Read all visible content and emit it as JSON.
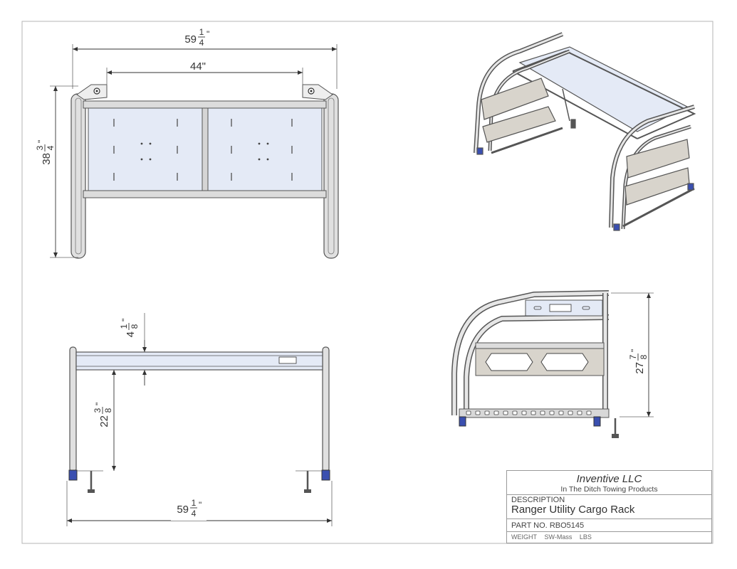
{
  "drawing": {
    "top_view": {
      "overall_width": {
        "whole": "59",
        "num": "1",
        "den": "4",
        "unit": "\""
      },
      "inner_width": "44\"",
      "depth": {
        "whole": "38",
        "num": "3",
        "den": "4",
        "unit": "\""
      }
    },
    "side_view": {
      "rail_height": {
        "whole": "4",
        "num": "1",
        "den": "8",
        "unit": "\""
      },
      "clearance": {
        "whole": "22",
        "num": "3",
        "den": "8",
        "unit": "\""
      },
      "overall_width": {
        "whole": "59",
        "num": "1",
        "den": "4",
        "unit": "\""
      }
    },
    "end_view": {
      "height": {
        "whole": "27",
        "num": "7",
        "den": "8",
        "unit": "\""
      }
    }
  },
  "title_block": {
    "company": "Inventive LLC",
    "subtitle": "In The Ditch Towing Products",
    "description_label": "DESCRIPTION",
    "description": "Ranger Utility Cargo Rack",
    "part_label": "PART NO.",
    "part_number": "RBO5145",
    "weight_label": "WEIGHT",
    "weight_value": "SW-Mass",
    "weight_unit": "LBS"
  },
  "colors": {
    "frame": "#d7d7d7",
    "line": "#555555",
    "panel": "#e4eaf6",
    "feet": "#3a4fb0"
  }
}
